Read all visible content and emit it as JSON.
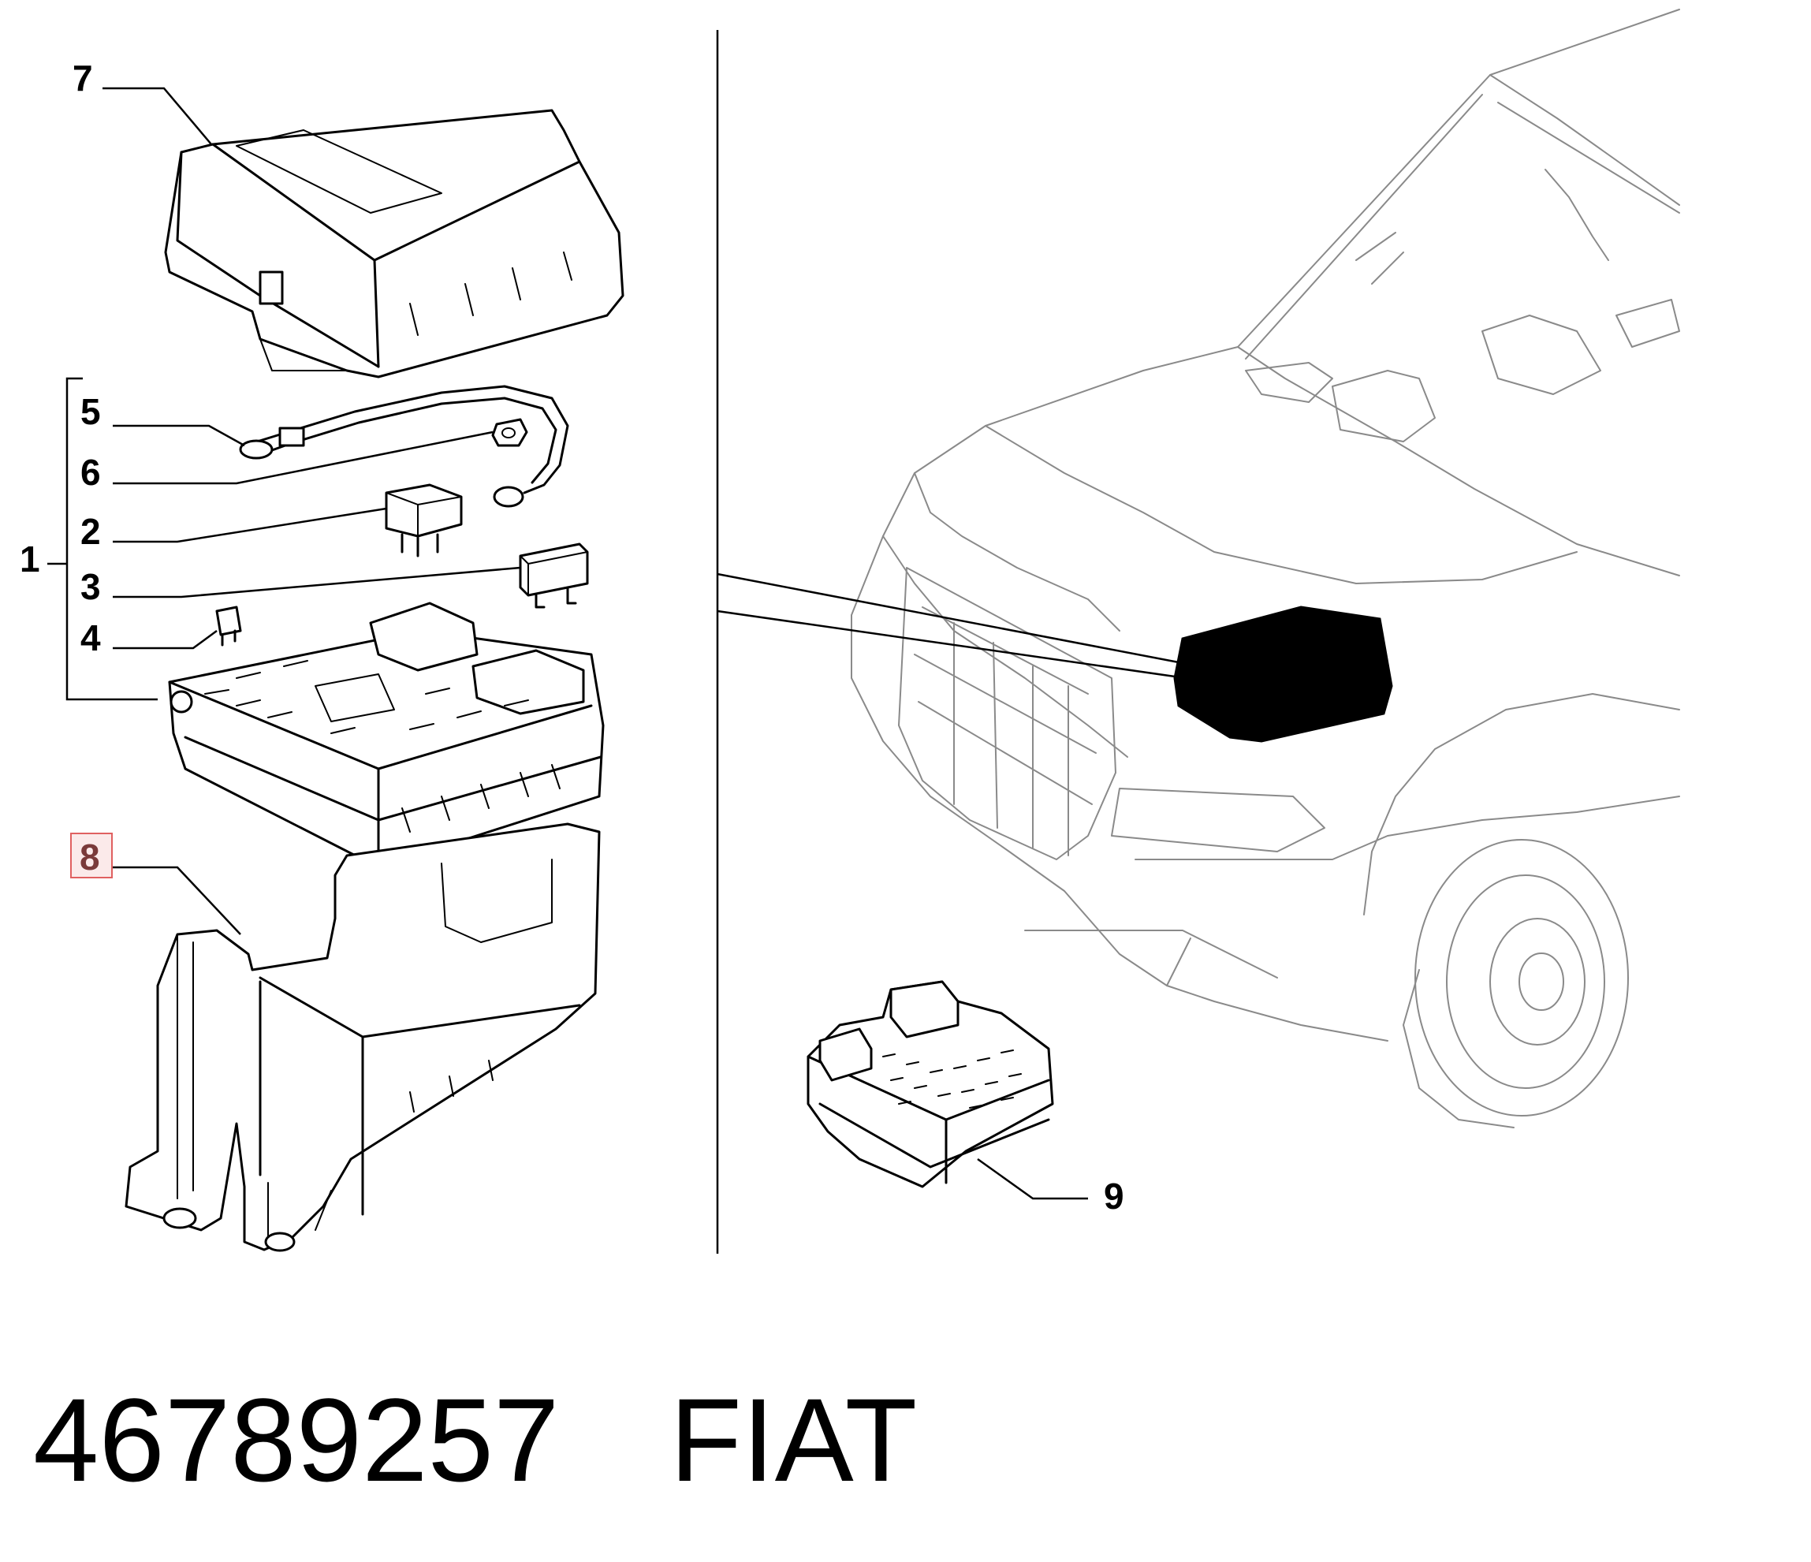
{
  "callouts": {
    "c1": "1",
    "c2": "2",
    "c3": "3",
    "c4": "4",
    "c5": "5",
    "c6": "6",
    "c7": "7",
    "c8": "8",
    "c9": "9"
  },
  "highlighted_callout": "8",
  "footer": {
    "part_number": "46789257",
    "brand": "FIAT"
  }
}
